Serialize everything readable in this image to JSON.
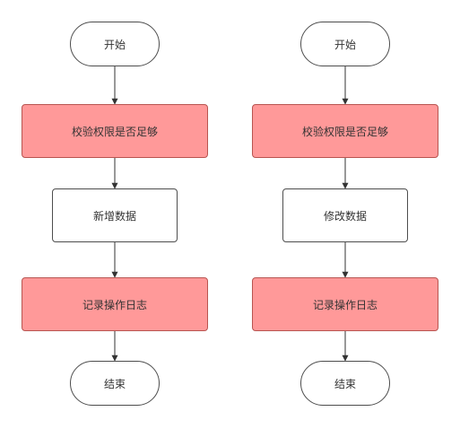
{
  "colors": {
    "highlight_fill": "#ff9999",
    "highlight_border": "#b85450",
    "node_border": "#4d4d4d",
    "edge": "#333333"
  },
  "flows": [
    {
      "steps": [
        {
          "label": "开始",
          "shape": "terminal"
        },
        {
          "label": "校验权限是否足够",
          "shape": "process",
          "highlight": true
        },
        {
          "label": "新增数据",
          "shape": "process"
        },
        {
          "label": "记录操作日志",
          "shape": "process",
          "highlight": true
        },
        {
          "label": "结束",
          "shape": "terminal"
        }
      ]
    },
    {
      "steps": [
        {
          "label": "开始",
          "shape": "terminal"
        },
        {
          "label": "校验权限是否足够",
          "shape": "process",
          "highlight": true
        },
        {
          "label": "修改数据",
          "shape": "process"
        },
        {
          "label": "记录操作日志",
          "shape": "process",
          "highlight": true
        },
        {
          "label": "结束",
          "shape": "terminal"
        }
      ]
    }
  ]
}
